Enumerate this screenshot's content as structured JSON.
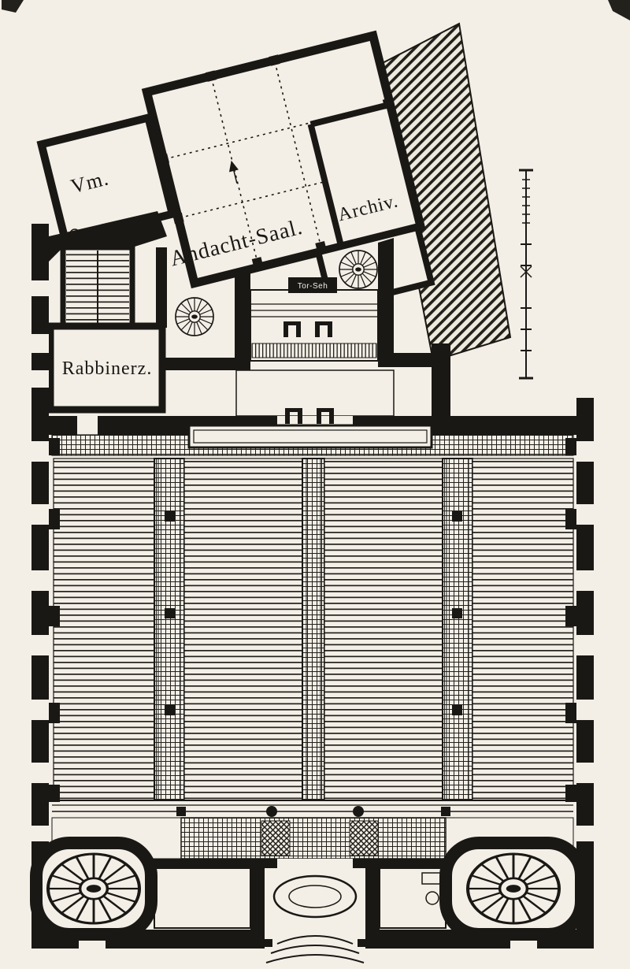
{
  "colors": {
    "paper": "#f3efe7",
    "ink": "#1a1814"
  },
  "labels": {
    "vm": "Vm.",
    "andacht_saal": "Andacht-Saal.",
    "archiv": "Archiv.",
    "rabbinerz": "Rabbinerz.",
    "tor": "Tor-Seh"
  }
}
